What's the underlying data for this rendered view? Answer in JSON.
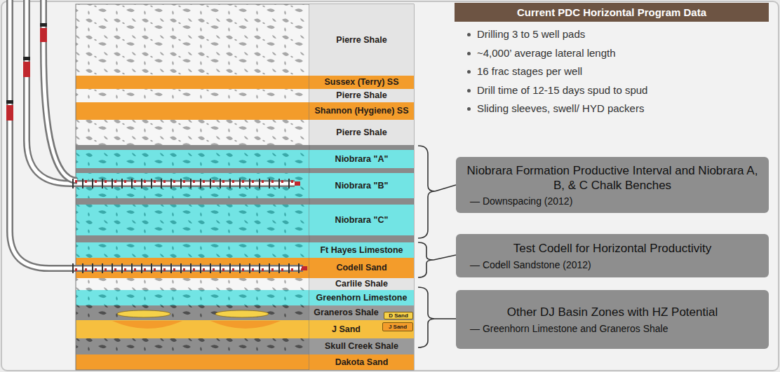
{
  "diagram": {
    "nodes": [
      {
        "text": [
          "Pierre Shale"
        ]
      },
      {
        "text": [
          "Sussex (Terry) SS"
        ]
      },
      {
        "text": [
          "Pierre Shale"
        ]
      },
      {
        "text": [
          "Shannon (Hygiene) SS"
        ]
      },
      {
        "text": [
          "Pierre Shale"
        ]
      },
      {
        "text": [
          "Niobrara \"A\""
        ]
      },
      {
        "text": [
          "Niobrara \"B\""
        ]
      },
      {
        "text": [
          "Niobrara \"C\""
        ]
      },
      {
        "text": [
          "Ft Hayes Limestone"
        ]
      },
      {
        "text": [
          "Codell Sand"
        ]
      },
      {
        "text": [
          "Carlile Shale"
        ]
      },
      {
        "text": [
          "Greenhorn Limestone"
        ]
      },
      {
        "text": [
          "Graneros Shale"
        ]
      },
      {
        "text": [
          "D Sand"
        ],
        "in": 12
      },
      {
        "text": [
          "J Sand"
        ]
      },
      {
        "text": [
          "J Sand"
        ],
        "in": 14
      },
      {
        "text": [
          "Skull Creek Shale"
        ]
      },
      {
        "text": [
          "Dakota Sand"
        ]
      },
      {
        "text": [
          "Current PDC Horizontal Program Data"
        ]
      },
      {
        "text": [
          "Niobrara Formation Productive Interval and Niobrara A, B, & C Chalk Benches",
          "— Downspacing (2012)"
        ]
      },
      {
        "text": [
          "Test Codell for Horizontal Productivity",
          "— Codell Sandstone (2012)"
        ]
      },
      {
        "text": [
          "Other DJ Basin Zones with HZ Potential",
          "— Greenhorn Limestone and Graneros Shale"
        ]
      }
    ],
    "labels": [
      "Drilling 3 to 5 well pads",
      "~4,000’ average lateral length",
      "16 frac stages per well",
      "Drill time of 12-15 days spud to spud",
      "Sliding sleeves, swell/ HYD packers"
    ]
  }
}
